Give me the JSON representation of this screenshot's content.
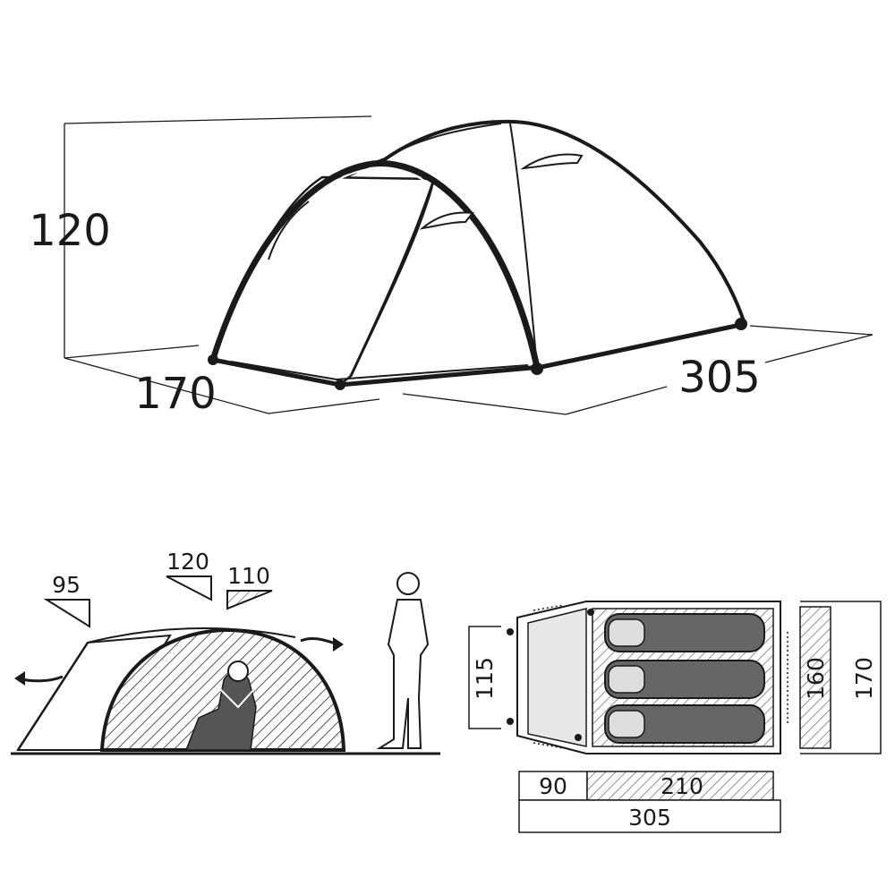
{
  "top_view": {
    "height": "120",
    "width": "170",
    "length": "305"
  },
  "side_view": {
    "vestibule_front": "95",
    "inner_tent": "120",
    "rear": "110"
  },
  "floor_plan": {
    "entrance_width": "115",
    "vestibule_depth": "90",
    "inner_length": "210",
    "total_length": "305",
    "inner_width": "160",
    "total_width": "170"
  }
}
